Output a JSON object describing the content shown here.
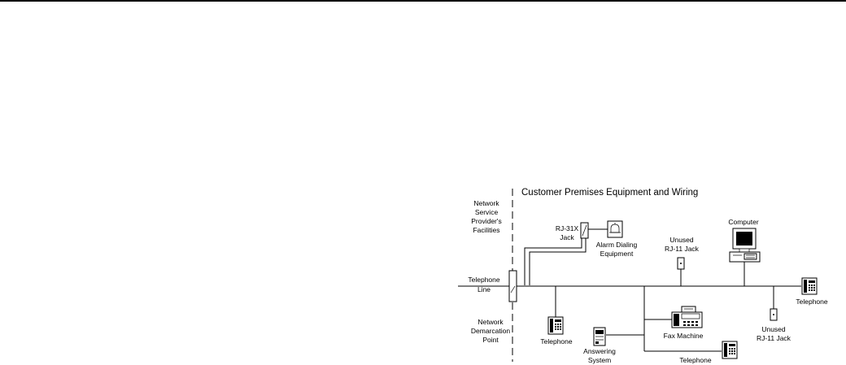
{
  "diagram": {
    "title": "Customer Premises Equipment and Wiring",
    "provider_label": [
      "Network",
      "Service",
      "Provider's",
      "Facilities"
    ],
    "telephone_line_label": [
      "Telephone",
      "Line"
    ],
    "demarcation_label": [
      "Network",
      "Demarcation",
      "Point"
    ],
    "rj31x_label": [
      "RJ-31X",
      "Jack"
    ],
    "alarm_label": [
      "Alarm Dialing",
      "Equipment"
    ],
    "unused_jack_top_label": [
      "Unused",
      "RJ-11 Jack"
    ],
    "computer_label": "Computer",
    "telephone_right_label": "Telephone",
    "telephone_left_label": "Telephone",
    "answering_label": [
      "Answering",
      "System"
    ],
    "fax_label": "Fax Machine",
    "unused_jack_bottom_label": [
      "Unused",
      "RJ-11 Jack"
    ],
    "telephone_bottom_label": "Telephone"
  }
}
